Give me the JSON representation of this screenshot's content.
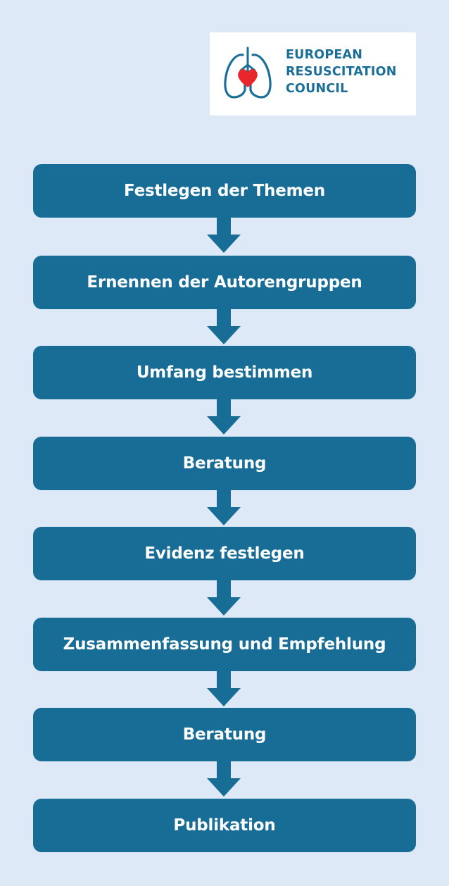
{
  "logo": {
    "lines": [
      "EUROPEAN",
      "RESUSCITATION",
      "COUNCIL"
    ],
    "brand_color": "#1a6e98",
    "heart_color": "#e8262c",
    "icon": "lungs-heart-icon"
  },
  "colors": {
    "background": "#dde9f6",
    "step_fill": "#176d96",
    "step_text": "#ffffff"
  },
  "steps": [
    {
      "label": "Festlegen der Themen"
    },
    {
      "label": "Ernennen der Autorengruppen"
    },
    {
      "label": "Umfang bestimmen"
    },
    {
      "label": "Beratung"
    },
    {
      "label": "Evidenz festlegen"
    },
    {
      "label": "Zusammenfassung und Empfehlung"
    },
    {
      "label": "Beratung"
    },
    {
      "label": "Publikation"
    }
  ]
}
